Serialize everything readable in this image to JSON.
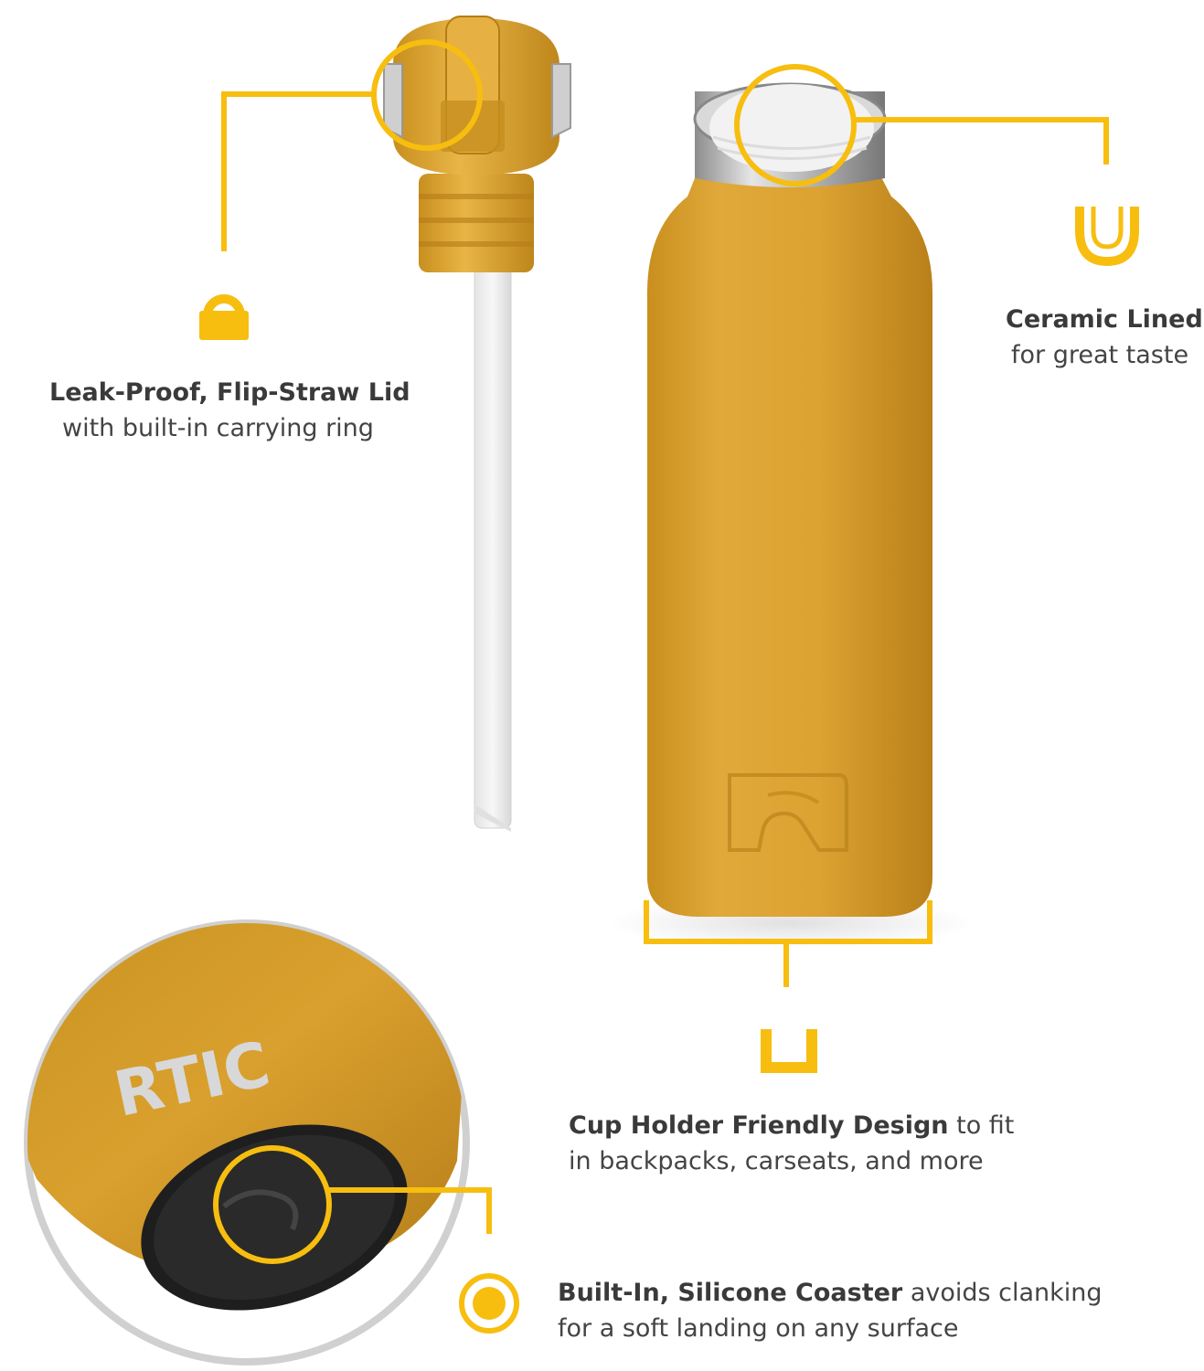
{
  "colors": {
    "accent": "#F7BE0F",
    "bottle": "#DEA631",
    "background": "#FFFFFF",
    "text": "#444444"
  },
  "features": {
    "lid": {
      "icon": "carry-ring-icon",
      "title": "Leak-Proof, Flip-Straw Lid",
      "subtitle": "with built-in carrying ring"
    },
    "ceramic": {
      "icon": "cup-icon",
      "title": "Ceramic Lined",
      "subtitle": "for great taste"
    },
    "cupholder": {
      "icon": "cup-holder-icon",
      "title": "Cup Holder Friendly Design",
      "title_rest": " to fit",
      "subtitle": "in backpacks, carseats, and more"
    },
    "coaster": {
      "icon": "coaster-icon",
      "title": "Built-In, Silicone Coaster",
      "title_rest": " avoids clanking",
      "subtitle": "for a soft landing on any surface"
    }
  },
  "brand": {
    "logo_text": "RTIC"
  }
}
